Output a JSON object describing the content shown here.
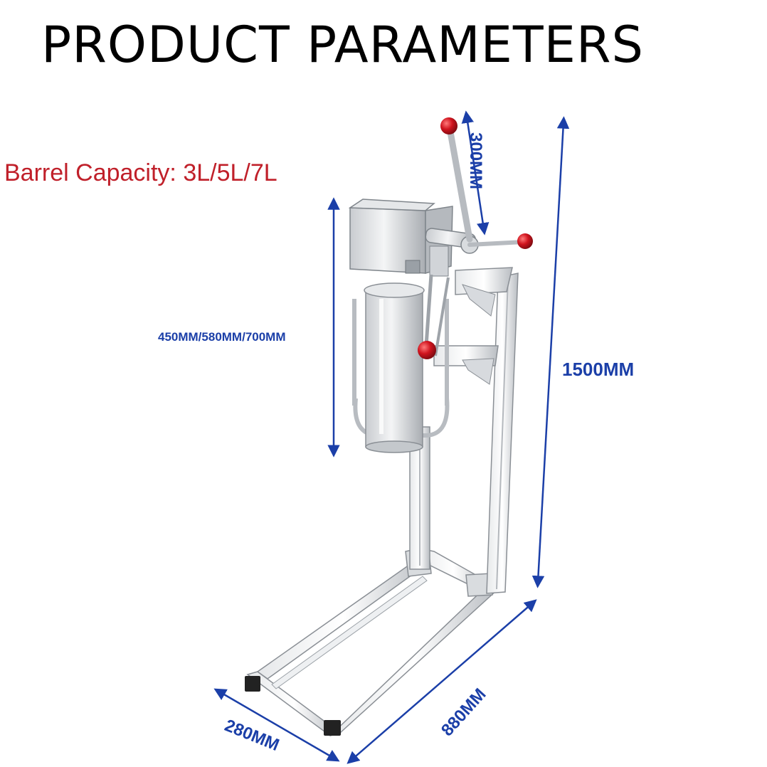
{
  "title": "PRODUCT PARAMETERS",
  "capacity": "Barrel Capacity: 3L/5L/7L",
  "dimensions": {
    "handle": "300MM",
    "total_height": "1500MM",
    "barrel_height": "450MM/580MM/700MM",
    "depth": "280MM",
    "length": "880MM"
  },
  "colors": {
    "title": "#000000",
    "capacity": "#c0202a",
    "dimension": "#1b3fa8",
    "knob": "#d0141e"
  }
}
